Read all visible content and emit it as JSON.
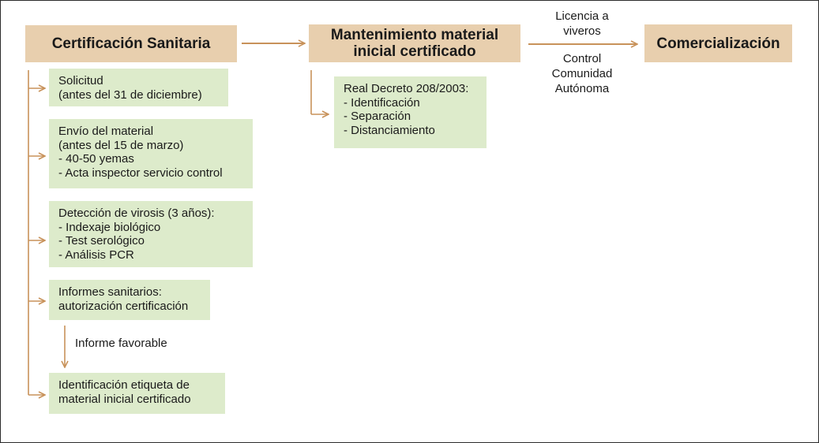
{
  "headers": {
    "certificacion": "Certificación Sanitaria",
    "mantenimiento": [
      "Mantenimiento material",
      "inicial certificado"
    ],
    "comercializacion": "Comercialización"
  },
  "transition_labels": {
    "top": [
      "Licencia a",
      "viveros"
    ],
    "bottom": [
      "Control",
      "Comunidad",
      "Autónoma"
    ]
  },
  "certificacion_steps": [
    {
      "lines": [
        "Solicitud",
        "(antes del 31 de diciembre)"
      ]
    },
    {
      "lines": [
        "Envío del material",
        "(antes del 15 de marzo)",
        "- 40-50 yemas",
        "- Acta inspector servicio control"
      ]
    },
    {
      "lines": [
        "Detección de virosis (3 años):",
        "- Indexaje biológico",
        "- Test serológico",
        "- Análisis PCR"
      ]
    },
    {
      "lines": [
        "Informes sanitarios:",
        "autorización certificación"
      ]
    },
    {
      "lines": [
        "Identificación etiqueta de",
        "material inicial certificado"
      ]
    }
  ],
  "arrow_label_informe": "Informe favorable",
  "mantenimiento_step": {
    "lines": [
      "Real Decreto 208/2003:",
      "- Identificación",
      "- Separación",
      "- Distanciamiento"
    ]
  },
  "colors": {
    "header_fill": "#e8cfae",
    "step_fill": "#ddebcb",
    "arrow": "#c8925a"
  }
}
